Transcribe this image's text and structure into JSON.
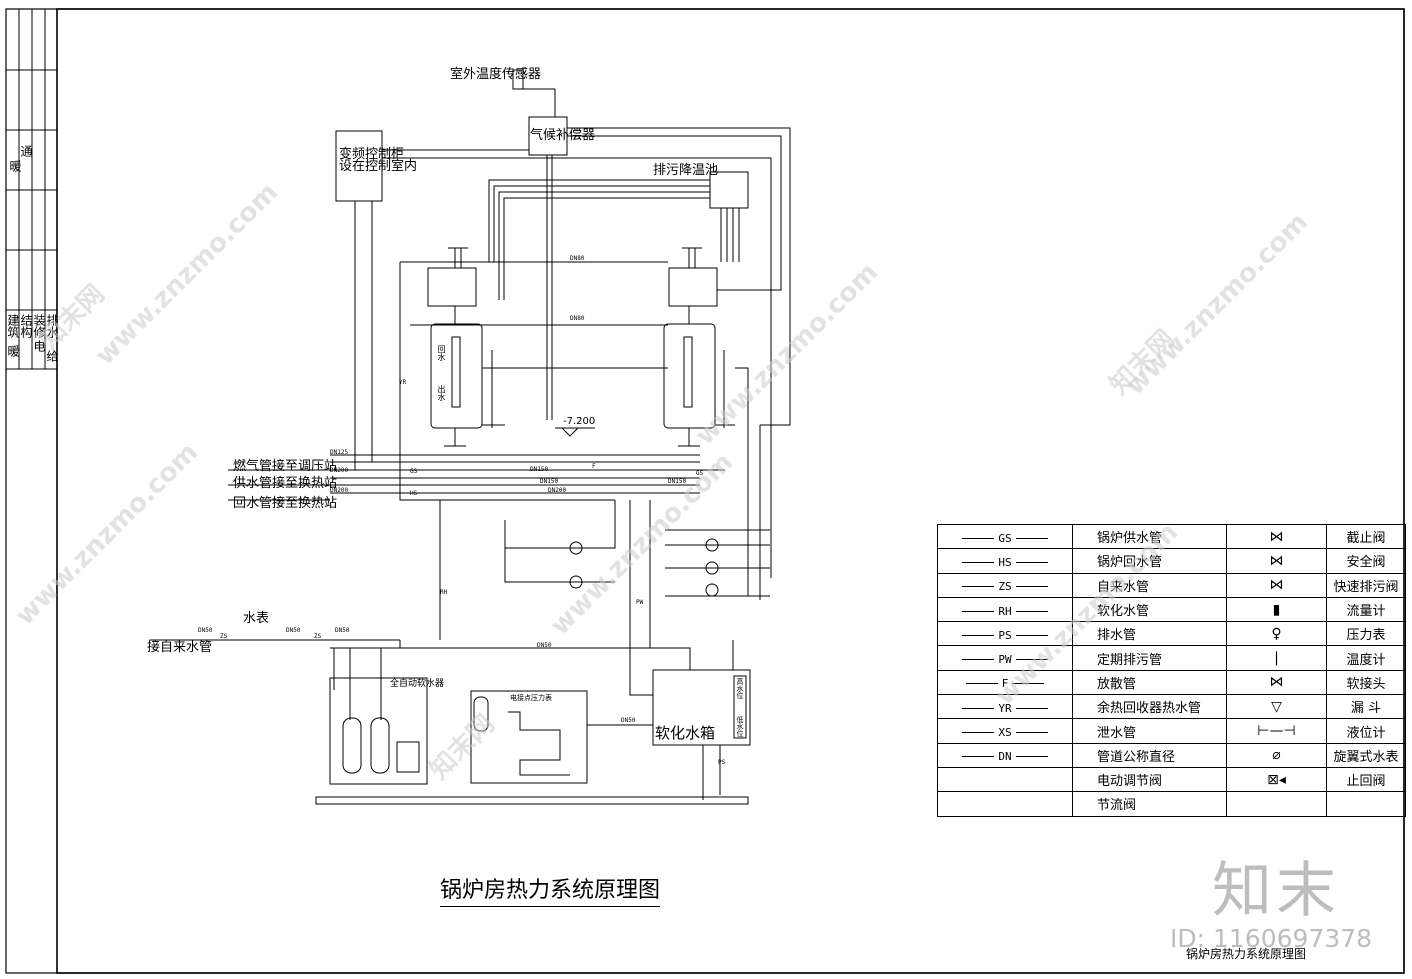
{
  "diagram": {
    "title": "锅炉房热力系统原理图",
    "bottom_title": "锅炉房热力系统原理图",
    "left_strip": {
      "entries": [
        "通",
        "暖",
        "给",
        "排水",
        "建筑",
        "结构",
        "电",
        "装修",
        "暖"
      ]
    },
    "labels": {
      "outdoor_sensor": "室外温度传感器",
      "climate_compensator": "气候补偿器",
      "vfd_cabinet_l1": "变频控制柜",
      "vfd_cabinet_l2": "设在控制室内",
      "blowdown_pit": "排污降温池",
      "gas_pipe": "燃气管接至调压站",
      "supply_pipe": "供水管接至换热站",
      "return_pipe": "回水管接至换热站",
      "water_meter": "水表",
      "city_water": "接自来水管",
      "softener": "全自动软水器",
      "soft_tank": "软化水箱",
      "pressure_device": "电接点压力表",
      "elevation": "-7.200",
      "boiler_label_1a": "回水",
      "boiler_label_1b": "出水",
      "level_gauge_top": "高水位",
      "level_gauge_bottom": "低水位"
    },
    "pipe_tags": [
      "DN50",
      "DN50",
      "DN50",
      "DN50",
      "DN50",
      "DN125",
      "DN200",
      "DN200",
      "DN150",
      "DN150",
      "DN200",
      "DN150",
      "DN80",
      "DN80",
      "GS",
      "HS",
      "GS",
      "F",
      "ZS",
      "ZS",
      "RH",
      "PW",
      "YR",
      "PS"
    ]
  },
  "legend": {
    "rows": [
      {
        "code": "GS",
        "name": "锅炉供水管",
        "symbol": "⋈",
        "symbol_name": "截止阀"
      },
      {
        "code": "HS",
        "name": "锅炉回水管",
        "symbol": "⋈",
        "symbol_name": "安全阀"
      },
      {
        "code": "ZS",
        "name": "自来水管",
        "symbol": "⋈",
        "symbol_name": "快速排污阀"
      },
      {
        "code": "RH",
        "name": "软化水管",
        "symbol": "▮",
        "symbol_name": "流量计"
      },
      {
        "code": "PS",
        "name": "排水管",
        "symbol": "♀",
        "symbol_name": "压力表"
      },
      {
        "code": "PW",
        "name": "定期排污管",
        "symbol": "❘",
        "symbol_name": "温度计"
      },
      {
        "code": "F",
        "name": "放散管",
        "symbol": "⋈",
        "symbol_name": "软接头"
      },
      {
        "code": "YR",
        "name": "余热回收器热水管",
        "symbol": "▽",
        "symbol_name": "漏 斗"
      },
      {
        "code": "XS",
        "name": "泄水管",
        "symbol": "⊢—⊣",
        "symbol_name": "液位计"
      },
      {
        "code": "DN",
        "name": "管道公称直径",
        "symbol": "⌀",
        "symbol_name": "旋翼式水表"
      },
      {
        "code": "",
        "name": "电动调节阀",
        "symbol": "⊠◂",
        "symbol_name": "止回阀"
      },
      {
        "code": "",
        "name": "节流阀",
        "symbol": "",
        "symbol_name": ""
      }
    ]
  },
  "watermark": {
    "site": "www.znzmo.com",
    "brand": "知末网",
    "logo": "知末",
    "id_text": "ID: 1160697378"
  }
}
